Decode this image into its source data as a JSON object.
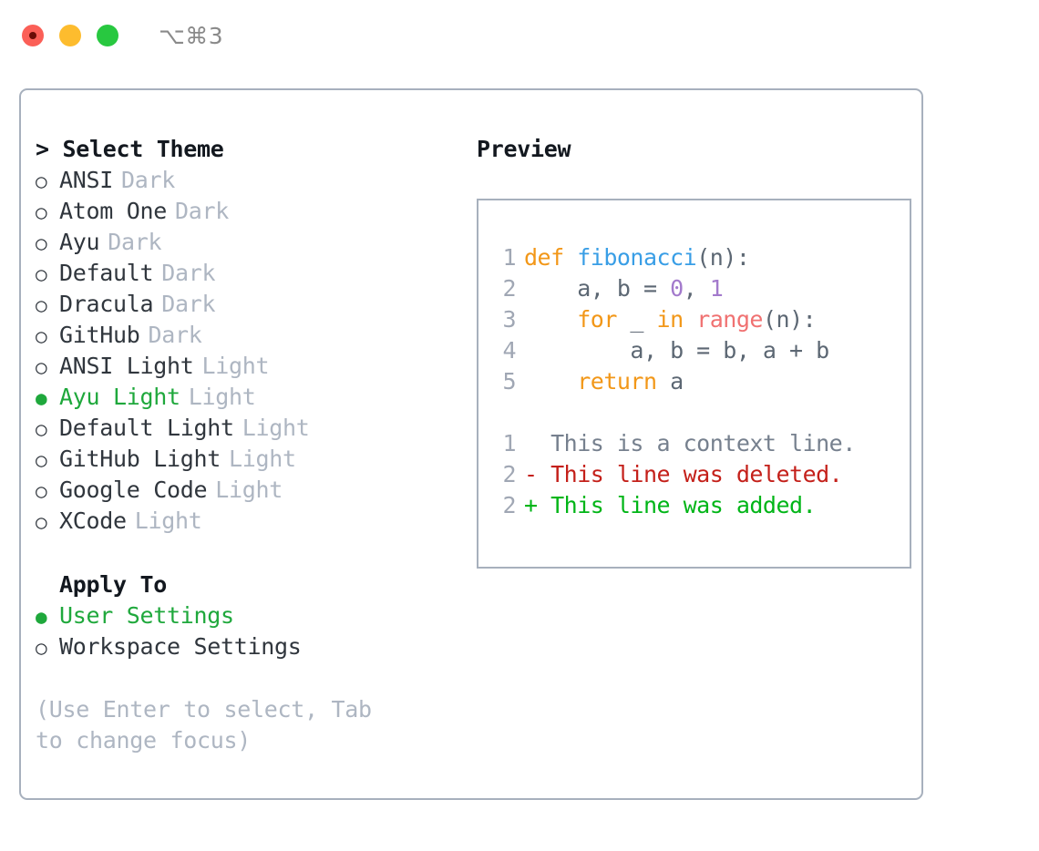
{
  "titlebar": {
    "shortcut": "⌥⌘3",
    "buttons": [
      {
        "name": "close",
        "color": "#fb5f57"
      },
      {
        "name": "minimize",
        "color": "#fdbc2e"
      },
      {
        "name": "maximize",
        "color": "#28c840"
      }
    ]
  },
  "theme_picker": {
    "heading": "> Select Theme",
    "items": [
      {
        "marker": "○",
        "label": "ANSI",
        "tag": "Dark",
        "selected": false
      },
      {
        "marker": "○",
        "label": "Atom One",
        "tag": "Dark",
        "selected": false
      },
      {
        "marker": "○",
        "label": "Ayu",
        "tag": "Dark",
        "selected": false
      },
      {
        "marker": "○",
        "label": "Default",
        "tag": "Dark",
        "selected": false
      },
      {
        "marker": "○",
        "label": "Dracula",
        "tag": "Dark",
        "selected": false
      },
      {
        "marker": "○",
        "label": "GitHub",
        "tag": "Dark",
        "selected": false
      },
      {
        "marker": "○",
        "label": "ANSI Light",
        "tag": "Light",
        "selected": false
      },
      {
        "marker": "●",
        "label": "Ayu Light",
        "tag": "Light",
        "selected": true
      },
      {
        "marker": "○",
        "label": "Default Light",
        "tag": "Light",
        "selected": false
      },
      {
        "marker": "○",
        "label": "GitHub Light",
        "tag": "Light",
        "selected": false
      },
      {
        "marker": "○",
        "label": "Google Code",
        "tag": "Light",
        "selected": false
      },
      {
        "marker": "○",
        "label": "XCode",
        "tag": "Light",
        "selected": false
      }
    ]
  },
  "apply_to": {
    "heading": "Apply To",
    "items": [
      {
        "marker": "●",
        "label": "User Settings",
        "selected": true
      },
      {
        "marker": "○",
        "label": "Workspace Settings",
        "selected": false
      }
    ]
  },
  "hint": "(Use Enter to select, Tab to change focus)",
  "preview": {
    "heading": "Preview",
    "code": [
      {
        "ln": "1",
        "tokens": [
          {
            "t": "def ",
            "c": "kw"
          },
          {
            "t": "fibonacci",
            "c": "fn"
          },
          {
            "t": "(n):",
            "c": "txt"
          }
        ]
      },
      {
        "ln": "2",
        "tokens": [
          {
            "t": "    a, b = ",
            "c": "txt"
          },
          {
            "t": "0",
            "c": "num"
          },
          {
            "t": ", ",
            "c": "txt"
          },
          {
            "t": "1",
            "c": "num"
          }
        ]
      },
      {
        "ln": "3",
        "tokens": [
          {
            "t": "    ",
            "c": "txt"
          },
          {
            "t": "for",
            "c": "kw"
          },
          {
            "t": " _ ",
            "c": "txt"
          },
          {
            "t": "in",
            "c": "kw"
          },
          {
            "t": " ",
            "c": "txt"
          },
          {
            "t": "range",
            "c": "call"
          },
          {
            "t": "(n):",
            "c": "txt"
          }
        ]
      },
      {
        "ln": "4",
        "tokens": [
          {
            "t": "        a, b = b, a + b",
            "c": "txt"
          }
        ]
      },
      {
        "ln": "5",
        "tokens": [
          {
            "t": "    ",
            "c": "txt"
          },
          {
            "t": "return",
            "c": "kw"
          },
          {
            "t": " a",
            "c": "txt"
          }
        ]
      }
    ],
    "diff": [
      {
        "ln": "1",
        "sign": "  ",
        "text": "This is a context line.",
        "kind": "ctx"
      },
      {
        "ln": "2",
        "sign": "- ",
        "text": "This line was deleted.",
        "kind": "del"
      },
      {
        "ln": "2",
        "sign": "+ ",
        "text": "This line was added.",
        "kind": "add"
      }
    ]
  },
  "colors": {
    "keyword": "#f29718",
    "function": "#399ee6",
    "number": "#a37acc",
    "call": "#f07171",
    "text": "#5c6773",
    "deleted": "#c4201a",
    "added": "#00b517",
    "selected": "#1fa83c",
    "muted": "#aeb6c2",
    "border": "#a7b0bd"
  }
}
